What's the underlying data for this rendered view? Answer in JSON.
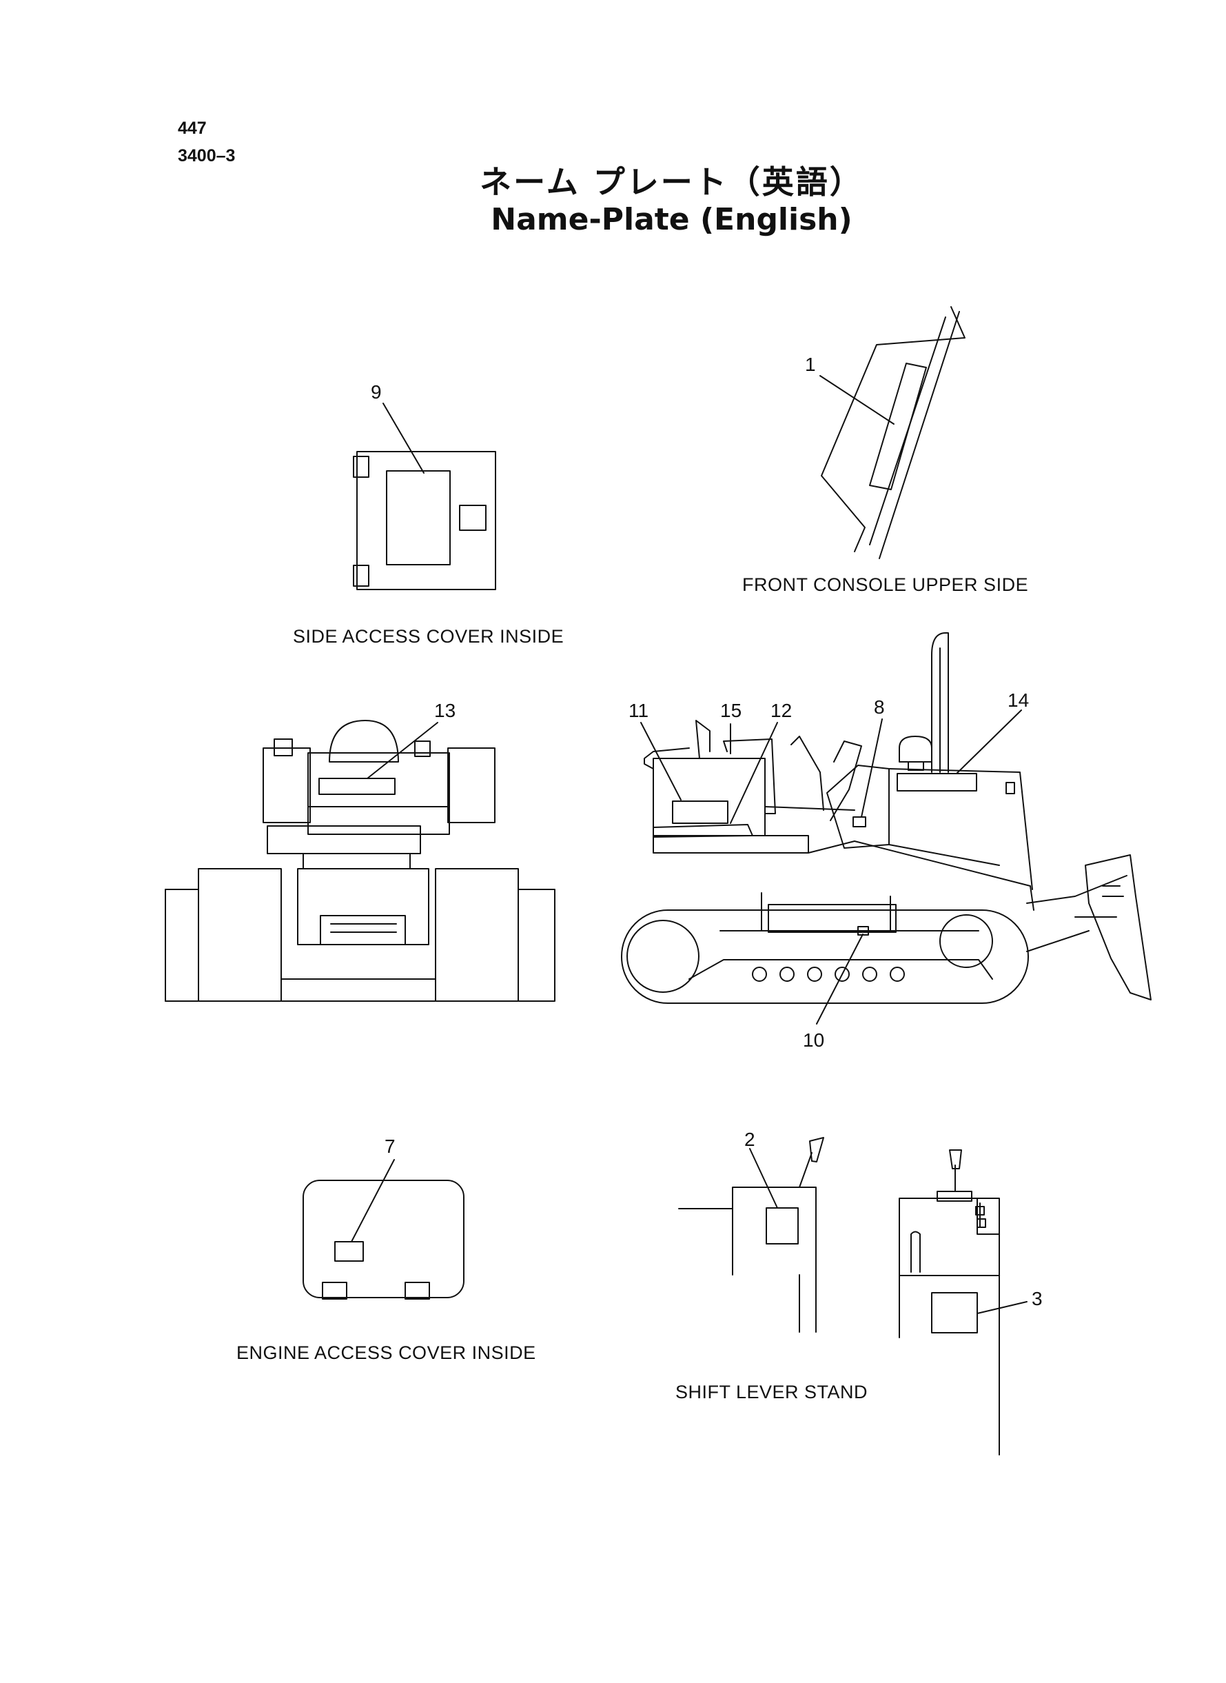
{
  "header": {
    "page_number": "447",
    "section_number": "3400–3",
    "title_jp": "ネーム プレート（英語）",
    "title_en": "Name-Plate (English)"
  },
  "views": {
    "front_console_caption": "FRONT CONSOLE UPPER SIDE",
    "side_access_caption": "SIDE ACCESS COVER INSIDE",
    "engine_access_caption": "ENGINE ACCESS COVER INSIDE",
    "shift_lever_caption": "SHIFT LEVER STAND"
  },
  "callouts": {
    "c1": "1",
    "c2": "2",
    "c3": "3",
    "c7": "7",
    "c8": "8",
    "c9": "9",
    "c10": "10",
    "c11": "11",
    "c12": "12",
    "c13": "13",
    "c14": "14",
    "c15": "15"
  }
}
